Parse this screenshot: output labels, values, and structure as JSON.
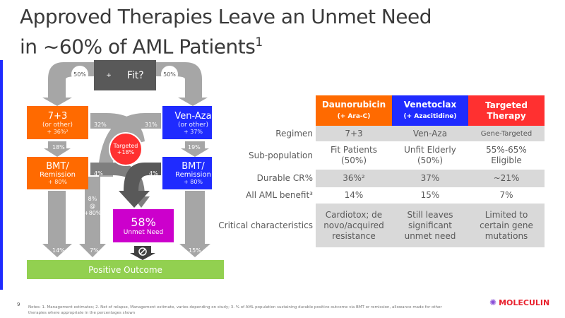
{
  "title": {
    "line1": "Approved Therapies Leave an Unmet Need",
    "line2": "in ~60% of AML Patients",
    "sup": "1"
  },
  "diagram": {
    "fit": "Fit?",
    "plus": "+",
    "left_split": "50%",
    "right_split": "50%",
    "box_73": {
      "title": "7+3",
      "sub": "(or other)",
      "pct": "+ 36%²"
    },
    "box_venaza": {
      "title": "Ven-Aza",
      "sub": "(or other)",
      "pct": "+ 37%"
    },
    "bmt_left": {
      "title": "BMT/",
      "sub": "Remission",
      "pct": "+ 80%"
    },
    "bmt_right": {
      "title": "BMT/",
      "sub": "Remission",
      "pct": "+ 80%"
    },
    "targeted": {
      "title": "Targeted",
      "pct": "+18%"
    },
    "unmet": {
      "value": "58%",
      "label": "Unmet Need"
    },
    "outcome": "Positive Outcome",
    "flows": {
      "l32": "32%",
      "r31": "31%",
      "l18": "18%",
      "r19": "19%",
      "l4": "4%",
      "r4": "4%",
      "mid": "8%",
      "at": "@",
      "mid80": "+80%",
      "o14": "14%",
      "o7": "7%",
      "o15": "15%"
    },
    "colors": {
      "orange": "#ff6a00",
      "blue": "#1f2bff",
      "red": "#ff3030",
      "purple": "#cc00cc",
      "green": "#92d050",
      "dark": "#595959",
      "gray": "#a6a6a6"
    }
  },
  "table": {
    "headers": [
      {
        "name": "Daunorubicin",
        "sub": "(+ Ara-C)",
        "color": "#ff6a00"
      },
      {
        "name": "Venetoclax",
        "sub": "(+ Azacitidine)",
        "color": "#1f2bff"
      },
      {
        "name": "Targeted",
        "sub": "Therapy",
        "color": "#ff3030"
      }
    ],
    "rows": [
      {
        "label": "Regimen",
        "cells": [
          "7+3",
          "Ven-Aza",
          "Gene-Targeted"
        ]
      },
      {
        "label": "Sub-population",
        "cells": [
          "Fit Patients (50%)",
          "Unfit Elderly (50%)",
          "55%-65% Eligible"
        ]
      },
      {
        "label": "Durable CR%",
        "cells": [
          "36%²",
          "37%",
          "~21%"
        ]
      },
      {
        "label": "All AML benefit³",
        "cells": [
          "14%",
          "15%",
          "7%"
        ]
      },
      {
        "label": "Critical characteristics",
        "cells": [
          "Cardiotox; de novo/acquired resistance",
          "Still leaves significant unmet need",
          "Limited to certain gene mutations"
        ]
      }
    ]
  },
  "footer": {
    "page": "9",
    "notes": "Notes: 1. Management estimates; 2. Net of relapse, Management estimate, varies depending on study; 3. % of AML population sustaining durable positive outcome via BMT or remission, allowance made for other therapies where appropriate in the percentages shown",
    "logo": "MOLECULIN"
  }
}
